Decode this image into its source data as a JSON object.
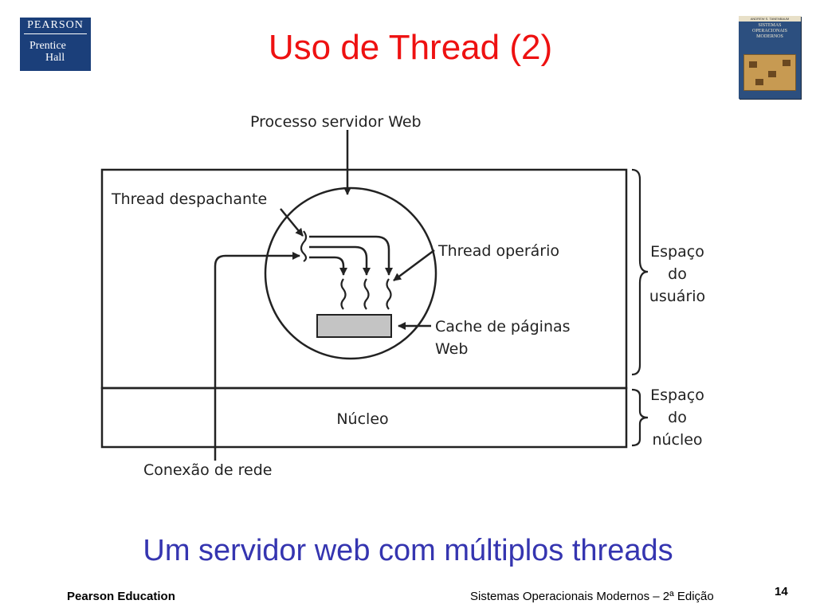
{
  "logo": {
    "brand": "PEARSON",
    "line1": "Prentice",
    "line2": "Hall"
  },
  "slide": {
    "title": "Uso de Thread (2)",
    "caption": "Um servidor web com múltiplos threads"
  },
  "book_cover": {
    "author": "ANDREW S. TANENBAUM",
    "line1": "SISTEMAS",
    "line2": "OPERACIONAIS",
    "line3": "MODERNOS"
  },
  "diagram": {
    "labels": {
      "processo": "Processo servidor Web",
      "despachante": "Thread despachante",
      "operario": "Thread operário",
      "cache_1": "Cache de páginas",
      "cache_2": "Web",
      "nucleo": "Núcleo",
      "conexao": "Conexão de rede",
      "usuario_1": "Espaço",
      "usuario_2": "do",
      "usuario_3": "usuário",
      "nucleo_space_1": "Espaço",
      "nucleo_space_2": "do",
      "nucleo_space_3": "núcleo"
    }
  },
  "footer": {
    "left": "Pearson Education",
    "right": "Sistemas Operacionais Modernos – 2ª Edição",
    "page": "14"
  }
}
